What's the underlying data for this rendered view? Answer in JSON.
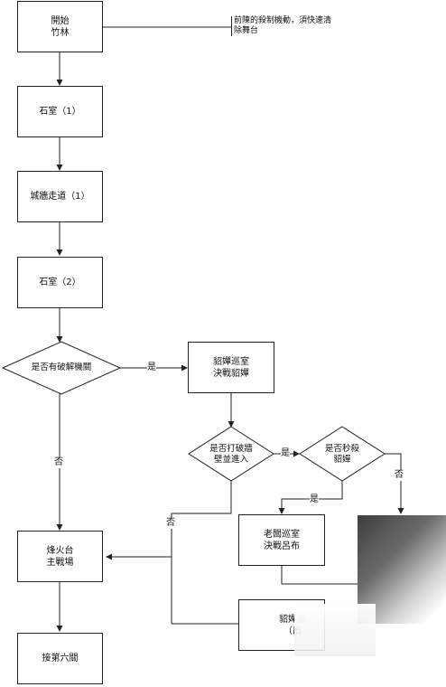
{
  "nodes": {
    "start": "開始\n竹林",
    "stone1": "石室（1）",
    "corridor": "城牆走道（1）",
    "stone2": "石室（2）",
    "dec_mech": "是否有破解機關",
    "diaochan": "貂嬋巡室\n決戰貂嬋",
    "dec_wall": "是否打破牆\n壁並進入",
    "dec_kill": "是否秒殺\n貂嬋",
    "lubu": "老闆巡室\n決戰呂布",
    "beacon": "烽火台\n主戰場",
    "next": "接第六關",
    "exit": "貂嬋巡\n（出"
  },
  "note": "前陳的殺制機動，須快速清\n除舞台",
  "labels": {
    "yes": "是",
    "no": "否"
  }
}
